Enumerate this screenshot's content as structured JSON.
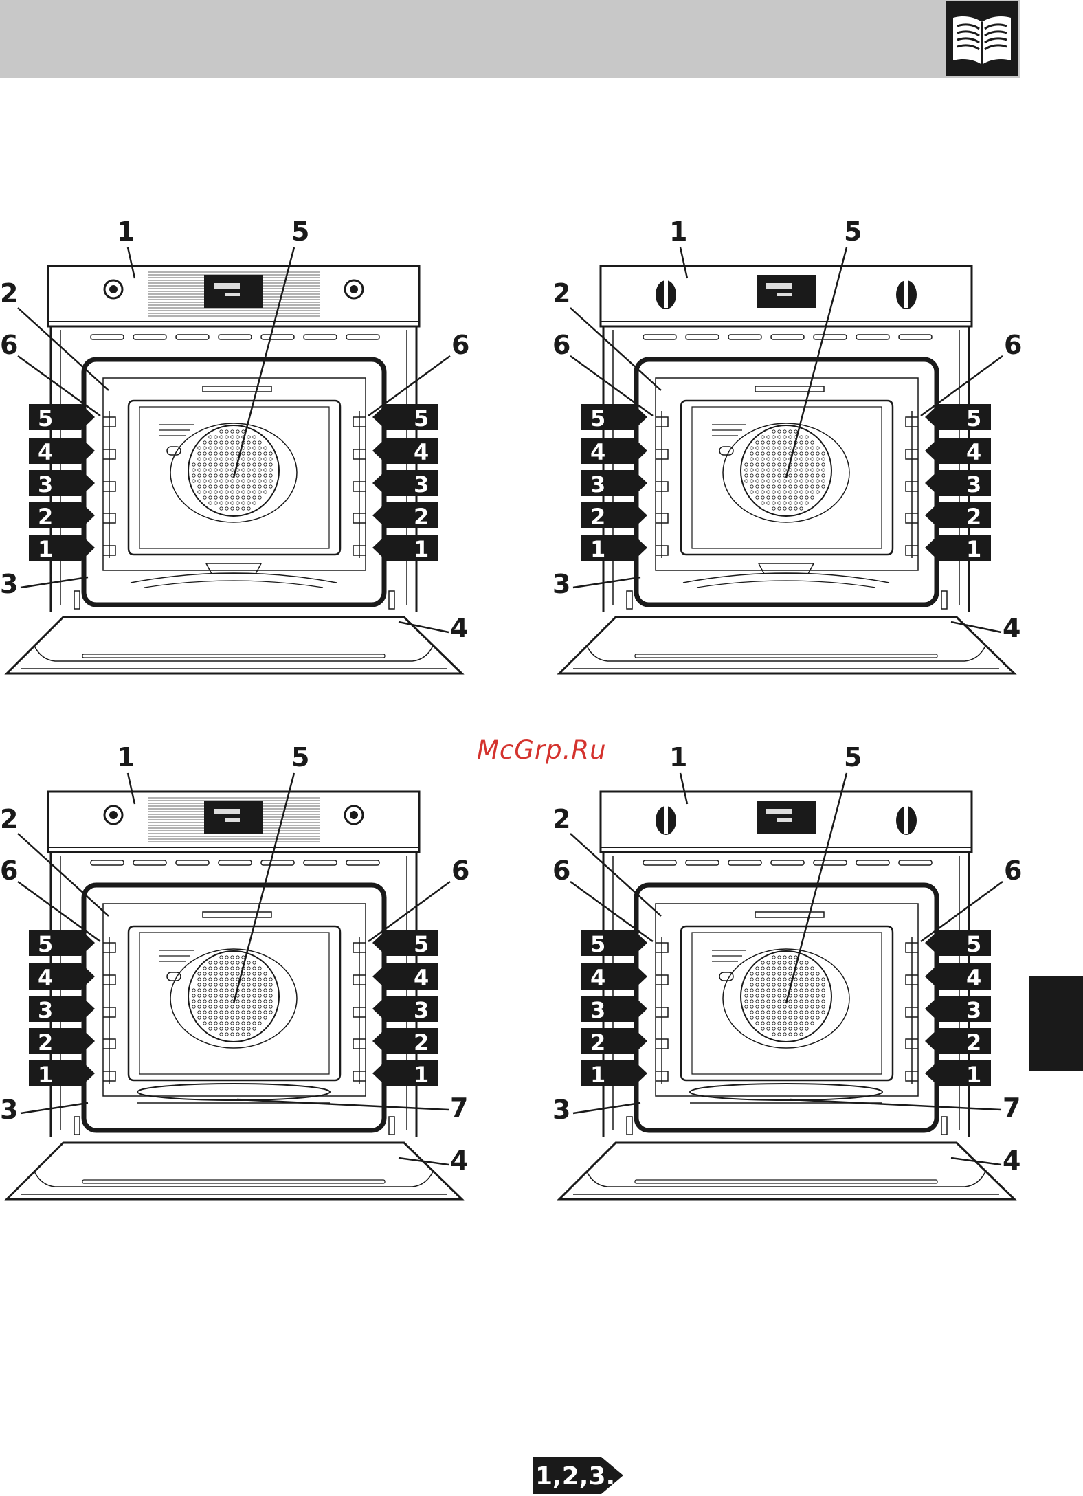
{
  "page": {
    "watermark": "McGrp.Ru",
    "page_badge": "1,2,3..."
  },
  "icons": {
    "header": "open-book-icon",
    "badge": "arrow-badge-icon"
  },
  "colors": {
    "header_bar": "#c8c8c8",
    "dark": "#1a1a1a",
    "watermark": "#d4332e"
  },
  "panels": [
    {
      "id": "top-left",
      "variant": "A",
      "callouts": {
        "c1": "1",
        "c2": "2",
        "c3": "3",
        "c4": "4",
        "c5": "5",
        "c6_left": "6",
        "c6_right": "6"
      },
      "shelves": [
        "5",
        "4",
        "3",
        "2",
        "1"
      ]
    },
    {
      "id": "top-right",
      "variant": "B",
      "callouts": {
        "c1": "1",
        "c2": "2",
        "c3": "3",
        "c4": "4",
        "c5": "5",
        "c6_left": "6",
        "c6_right": "6"
      },
      "shelves": [
        "5",
        "4",
        "3",
        "2",
        "1"
      ]
    },
    {
      "id": "bottom-left",
      "variant": "A",
      "callouts": {
        "c1": "1",
        "c2": "2",
        "c3": "3",
        "c4": "4",
        "c5": "5",
        "c6_left": "6",
        "c6_right": "6",
        "c7": "7"
      },
      "shelves": [
        "5",
        "4",
        "3",
        "2",
        "1"
      ]
    },
    {
      "id": "bottom-right",
      "variant": "B",
      "callouts": {
        "c1": "1",
        "c2": "2",
        "c3": "3",
        "c4": "4",
        "c5": "5",
        "c6_left": "6",
        "c6_right": "6",
        "c7": "7"
      },
      "shelves": [
        "5",
        "4",
        "3",
        "2",
        "1"
      ]
    }
  ]
}
